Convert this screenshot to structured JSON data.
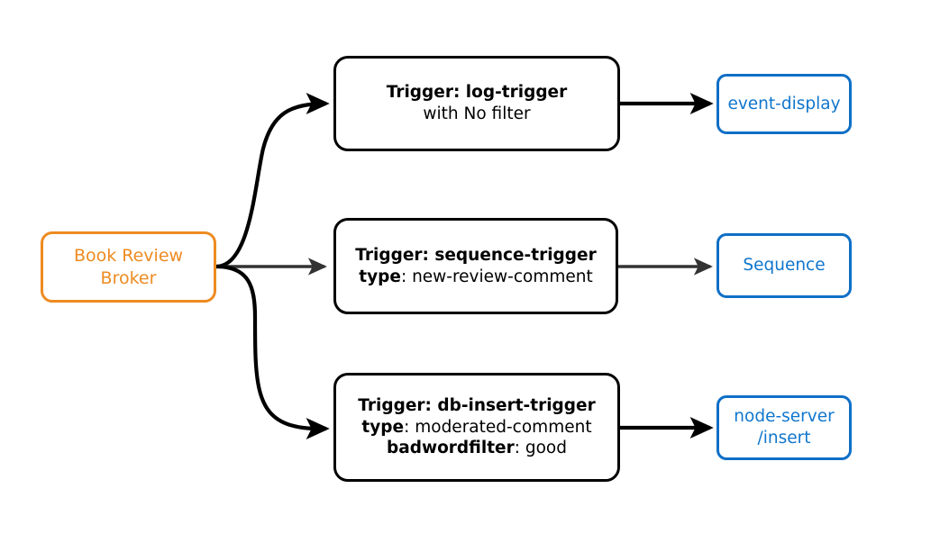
{
  "diagram": {
    "type": "flow-diagram",
    "background_color": "#ffffff",
    "colors": {
      "broker_orange": "#ED8B21",
      "service_blue": "#0F6FC6",
      "service_blue_text": "#1076CD",
      "node_black": "#000000",
      "edge_black": "#000000",
      "edge_gray": "#333333"
    }
  },
  "broker": {
    "line1": "Book Review",
    "line2": "Broker"
  },
  "triggers": [
    {
      "id": "log-trigger",
      "line1_bold": "Trigger: log-trigger",
      "line2_bold": "",
      "line2_rest": "with No filter",
      "line3_bold": "",
      "line3_rest": ""
    },
    {
      "id": "sequence-trigger",
      "line1_bold": "Trigger: sequence-trigger",
      "line2_bold": "type",
      "line2_rest": ": new-review-comment",
      "line3_bold": "",
      "line3_rest": ""
    },
    {
      "id": "db-insert-trigger",
      "line1_bold": "Trigger: db-insert-trigger",
      "line2_bold": "type",
      "line2_rest": ": moderated-comment",
      "line3_bold": "badwordfilter",
      "line3_rest": ": good"
    }
  ],
  "services": [
    {
      "id": "event-display",
      "line1": "event-display",
      "line2": ""
    },
    {
      "id": "sequence",
      "line1": "Sequence",
      "line2": ""
    },
    {
      "id": "node-server-insert",
      "line1": "node-server",
      "line2": "/insert"
    }
  ]
}
